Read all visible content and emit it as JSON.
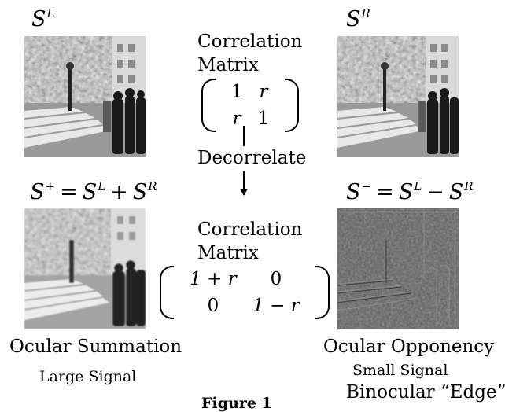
{
  "left_image": {
    "label_base": "S",
    "label_sup": "L"
  },
  "right_image": {
    "label_base": "S",
    "label_sup": "R"
  },
  "top_correlation": {
    "line1": "Correlation",
    "line2": "Matrix",
    "m11": "1",
    "m12": "r",
    "m21": "r",
    "m22": "1"
  },
  "decorrelate_label": "Decorrelate",
  "sum_formula": {
    "lhs_base": "S",
    "lhs_sup": "+",
    "eq": "=",
    "a_base": "S",
    "a_sup": "L",
    "op": "+",
    "b_base": "S",
    "b_sup": "R"
  },
  "diff_formula": {
    "lhs_base": "S",
    "lhs_sup": "−",
    "eq": "=",
    "a_base": "S",
    "a_sup": "L",
    "op": "−",
    "b_base": "S",
    "b_sup": "R"
  },
  "bottom_correlation": {
    "line1": "Correlation",
    "line2": "Matrix",
    "m11": "1 + r",
    "m12": "0",
    "m21": "0",
    "m22": "1 − r"
  },
  "summation": {
    "title": "Ocular Summation",
    "note": "Large Signal"
  },
  "opponency": {
    "title": "Ocular Opponency",
    "note1": "Small Signal",
    "note2": "Binocular “Edge”"
  },
  "caption": "Figure 1"
}
